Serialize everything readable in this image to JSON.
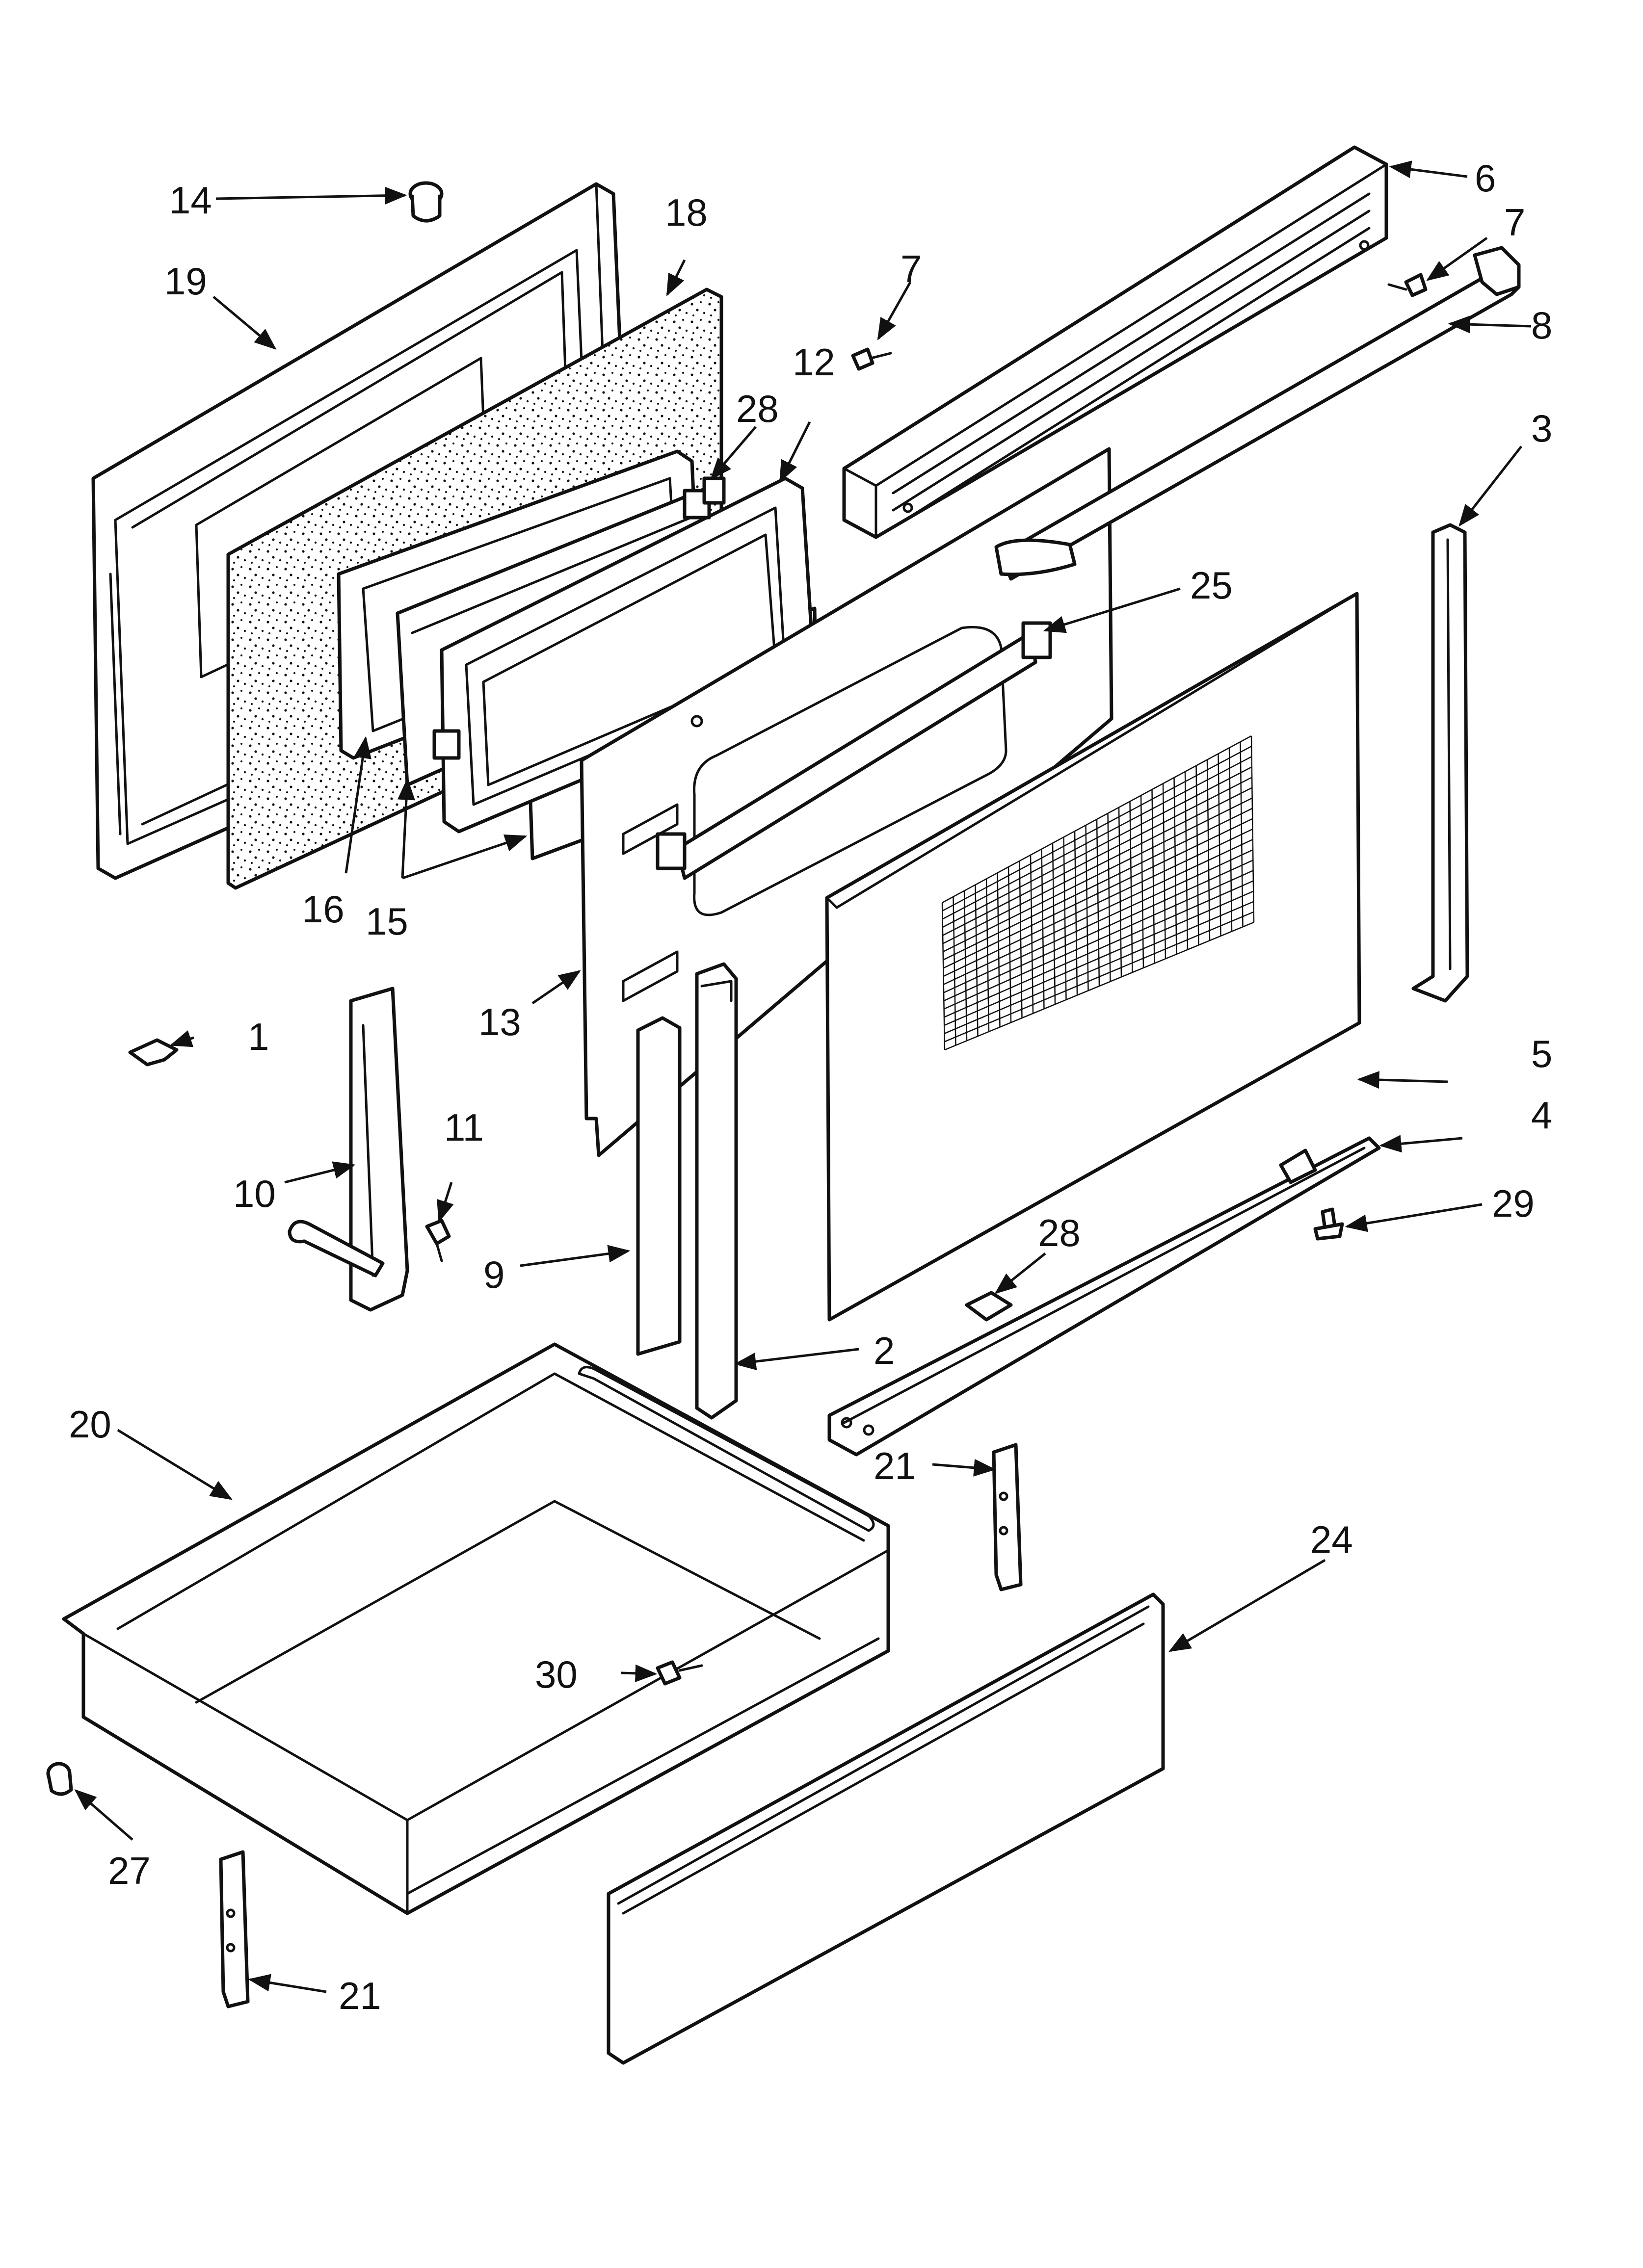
{
  "callouts": {
    "c1": "1",
    "c2": "2",
    "c3": "3",
    "c4": "4",
    "c5": "5",
    "c6": "6",
    "c7a": "7",
    "c7b": "7",
    "c8": "8",
    "c9": "9",
    "c10": "10",
    "c11": "11",
    "c12": "12",
    "c13": "13",
    "c14": "14",
    "c15": "15",
    "c16": "16",
    "c18": "18",
    "c19": "19",
    "c20": "20",
    "c21a": "21",
    "c21b": "21",
    "c24": "24",
    "c25": "25",
    "c27": "27",
    "c28a": "28",
    "c28b": "28",
    "c29": "29",
    "c30": "30"
  }
}
